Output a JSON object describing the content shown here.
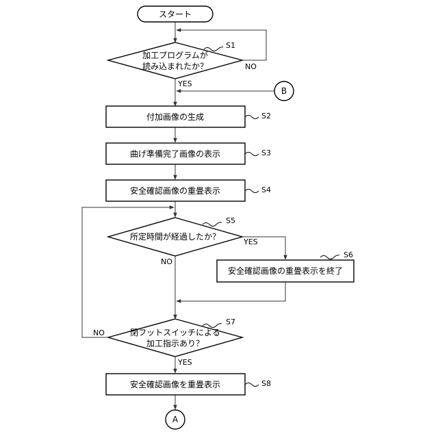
{
  "flowchart": {
    "start": "スタート",
    "steps": {
      "s1": {
        "id": "S1",
        "lines": [
          "加工プログラムが",
          "読み込まれたか？"
        ]
      },
      "s2": {
        "id": "S2",
        "text": "付加画像の生成"
      },
      "s3": {
        "id": "S3",
        "text": "曲げ準備完了画像の表示"
      },
      "s4": {
        "id": "S4",
        "text": "安全確認画像の重畳表示"
      },
      "s5": {
        "id": "S5",
        "text": "所定時間が経過したか？"
      },
      "s6": {
        "id": "S6",
        "text": "安全確認画像の重畳表示を終了"
      },
      "s7": {
        "id": "S7",
        "lines": [
          "閉フットスイッチによる",
          "加工指示あり？"
        ]
      },
      "s8": {
        "id": "S8",
        "text": "安全確認画像を重畳表示"
      }
    },
    "connectors": {
      "a": "A",
      "b": "B"
    },
    "branch_labels": {
      "s1_no": "NO",
      "s1_yes": "YES",
      "s5_yes": "YES",
      "s5_no": "NO",
      "s7_no": "NO",
      "s7_yes": "YES"
    }
  }
}
